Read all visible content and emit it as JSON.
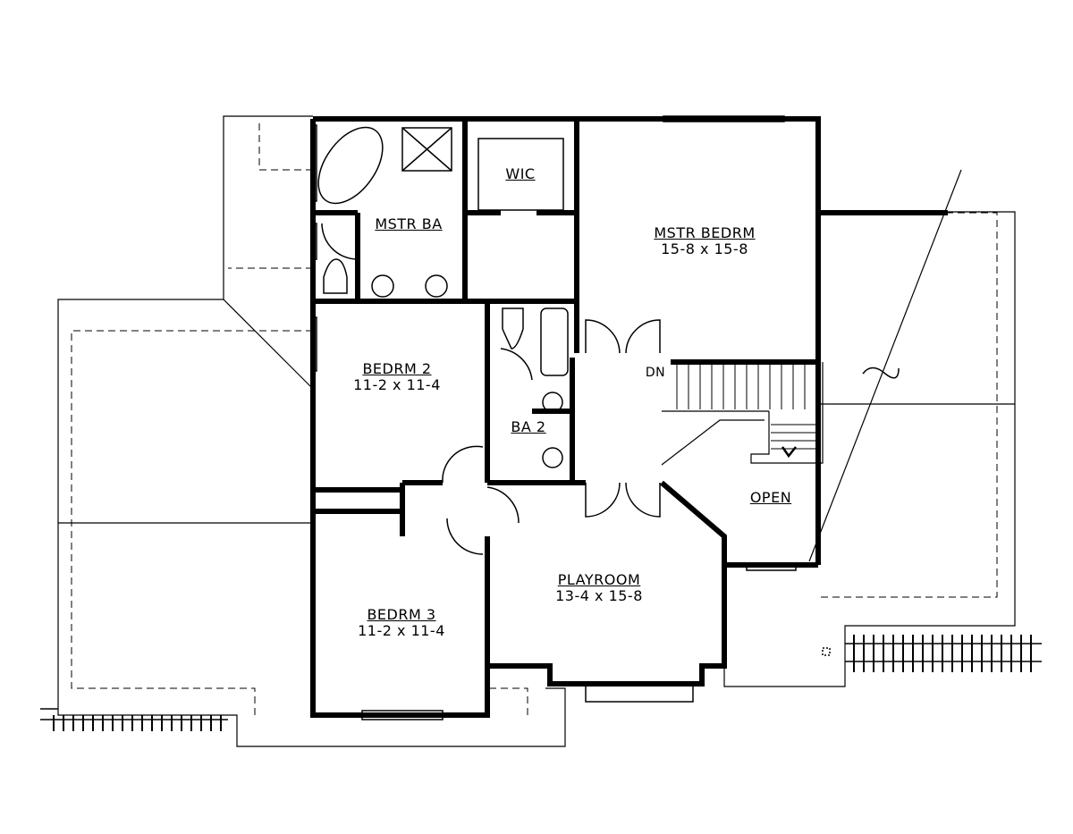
{
  "rooms": {
    "wic": {
      "name": "WIC"
    },
    "mstr_ba": {
      "name": "MSTR BA"
    },
    "mstr_bedrm": {
      "name": "MSTR BEDRM",
      "size": "15-8 x 15-8"
    },
    "bedrm2": {
      "name": "BEDRM 2",
      "size": "11-2 x 11-4"
    },
    "ba2": {
      "name": "BA 2"
    },
    "playroom": {
      "name": "PLAYROOM",
      "size": "13-4 x 15-8"
    },
    "bedrm3": {
      "name": "BEDRM 3",
      "size": "11-2 x 11-4"
    },
    "open": {
      "name": "OPEN"
    }
  },
  "stairs": {
    "label": "DN"
  },
  "colors": {
    "wall": "#000000",
    "background": "#ffffff"
  }
}
